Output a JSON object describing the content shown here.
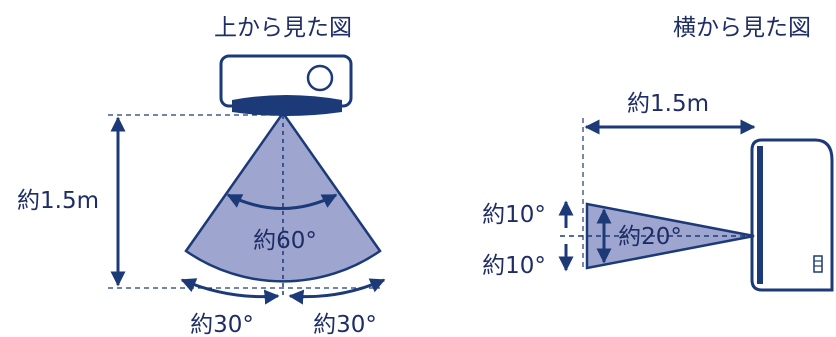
{
  "colors": {
    "navy": "#1c3a78",
    "fan_fill": "#9ea6cf",
    "guide": "#1c3a78",
    "text": "#1f2d66"
  },
  "top_view": {
    "title": "上から見た図",
    "distance_label": "約1.5m",
    "spread_label": "約60°",
    "left_swing_label": "約30°",
    "right_swing_label": "約30°"
  },
  "side_view": {
    "title": "横から見た図",
    "distance_label": "約1.5m",
    "up_label": "約10°",
    "down_label": "約10°",
    "spread_label": "約20°"
  }
}
